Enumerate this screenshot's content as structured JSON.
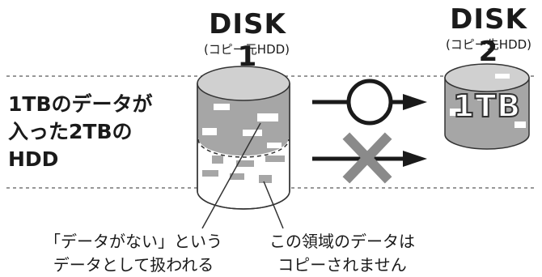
{
  "disk1": {
    "title": "DISK 1",
    "subtitle": "(コピー元HDD)"
  },
  "disk2": {
    "title": "DISK 2",
    "subtitle": "(コピー先HDD)",
    "capacity_label": "1TB"
  },
  "left_label": {
    "line1": "1TBのデータが",
    "line2": "入った2TBの",
    "line3": "HDD"
  },
  "note_left": {
    "line1": "「データがない」という",
    "line2": "データとして扱われる"
  },
  "note_right": {
    "line1": "この領域のデータは",
    "line2": "コピーされません"
  },
  "symbols": {
    "ok": "○",
    "ng": "✕"
  },
  "colors": {
    "disk_gray": "#a6a6a6",
    "disk_outline": "#333333",
    "arrow": "#1a1a1a",
    "cross": "#8a8a8a",
    "dashed": "#777777"
  }
}
